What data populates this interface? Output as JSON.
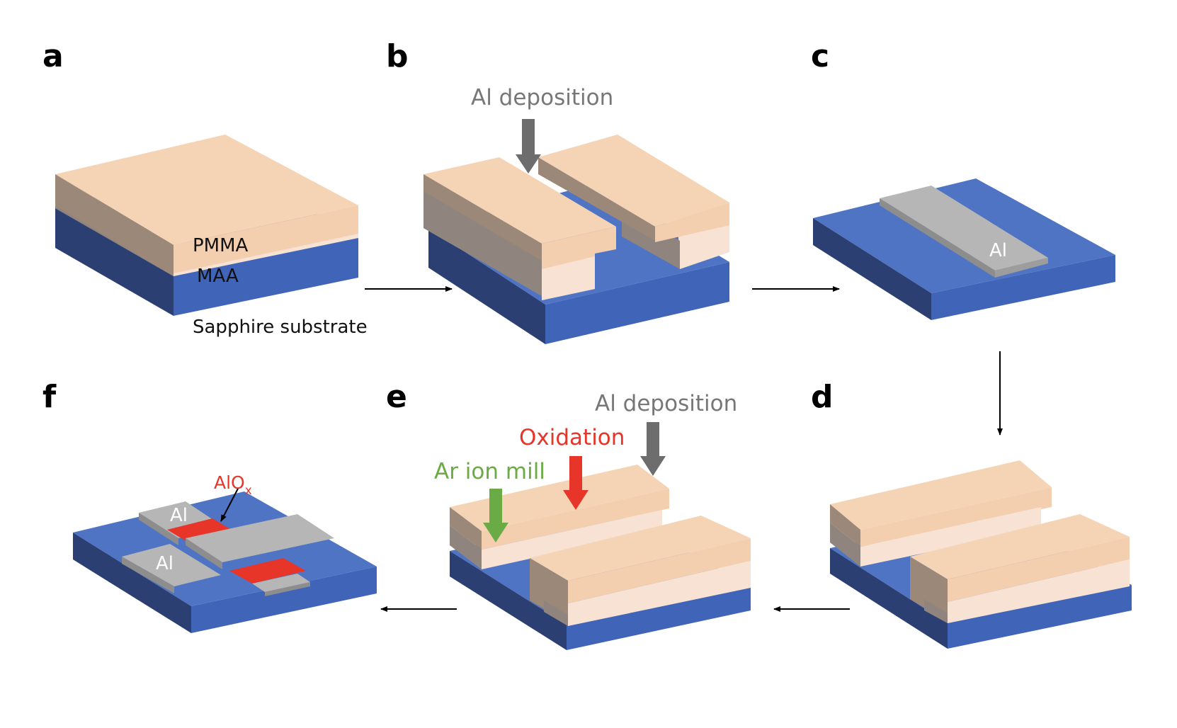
{
  "colors": {
    "substrate_top": "#4f74c4",
    "substrate_front": "#4064b8",
    "substrate_side": "#2c3f73",
    "pmma_top": "#f5d4b5",
    "pmma_front": "#f3cfb0",
    "pmma_side": "#9c8878",
    "maa_front": "#f7e2d4",
    "maa_side": "#8f857e",
    "al_top": "#b6b6b6",
    "al_side": "#8d8d8d",
    "oxide": "#e8352a",
    "deposition_arrow": "#6d6d6d",
    "oxidation_arrow": "#e8352a",
    "ion_mill_arrow": "#6aab45"
  },
  "panels": {
    "a": {
      "letter": "a",
      "labels": {
        "pmma": "PMMA",
        "maa": "MAA",
        "substrate": "Sapphire substrate"
      }
    },
    "b": {
      "letter": "b",
      "arrow_label": "Al deposition"
    },
    "c": {
      "letter": "c",
      "al_label": "Al"
    },
    "d": {
      "letter": "d"
    },
    "e": {
      "letter": "e",
      "deposition_label": "Al deposition",
      "oxidation_label": "Oxidation",
      "ion_mill_label": "Ar ion mill"
    },
    "f": {
      "letter": "f",
      "al_label_top": "Al",
      "al_label_bottom": "Al",
      "oxide_label": "AlO",
      "oxide_subscript": "x"
    }
  },
  "flow_arrows": [
    "a→b",
    "b→c",
    "c→d",
    "d→e",
    "e→f"
  ]
}
